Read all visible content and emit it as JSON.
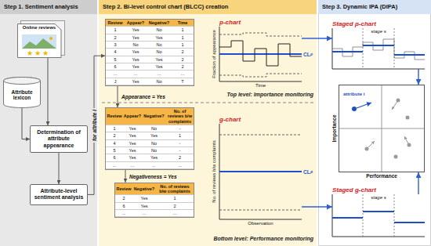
{
  "diagram": {
    "nodes": [
      {
        "text": [
          "Step 1. Sentiment analysis"
        ]
      },
      {
        "text": [
          "Online reviews"
        ],
        "in": 0
      },
      {
        "text": [
          "Attribute lexicon"
        ],
        "in": 0
      },
      {
        "text": [
          "Determination of attribute appearance"
        ],
        "in": 0
      },
      {
        "text": [
          "Attribute-level sentiment analysis"
        ],
        "in": 0
      },
      {
        "text": [
          "Step 2. Bi-level control chart (BLCC) creation"
        ]
      },
      {
        "text": [
          "Review",
          "Appear?",
          "Negative?",
          "Time",
          "1",
          "Yes",
          "No",
          "1",
          "2",
          "Yes",
          "Yes",
          "1",
          "3",
          "No",
          "No",
          "1",
          "4",
          "Yes",
          "No",
          "2",
          "5",
          "Yes",
          "Yes",
          "2",
          "6",
          "Yes",
          "Yes",
          "2",
          "...",
          "...",
          "...",
          "...",
          "J",
          "Yes",
          "No",
          "T"
        ],
        "in": 5
      },
      {
        "text": [
          "p-chart",
          "Fraction of appearance",
          "Time",
          "CLᵢᵖ"
        ],
        "in": 5
      },
      {
        "text": [
          "Review",
          "Appear?",
          "Negative?",
          "No. of reviews b/w complaints",
          "1",
          "Yes",
          "No",
          "-",
          "2",
          "Yes",
          "Yes",
          "1",
          "4",
          "Yes",
          "No",
          "-",
          "5",
          "Yes",
          "No",
          "-",
          "6",
          "Yes",
          "Yes",
          "2",
          "...",
          "...",
          "...",
          "..."
        ],
        "in": 5
      },
      {
        "text": [
          "Review",
          "Negative?",
          "No. of reviews b/w complaints",
          "2",
          "Yes",
          "1",
          "6",
          "Yes",
          "2",
          "...",
          "...",
          "..."
        ],
        "in": 5
      },
      {
        "text": [
          "g-chart",
          "No. of reviews b/w complaints",
          "Observation",
          "CLᵢᵍ"
        ],
        "in": 5
      },
      {
        "text": [
          "Step 3. Dynamic IPA (DIPA)"
        ]
      },
      {
        "text": [
          "Staged p-chart",
          "stage s"
        ],
        "in": 11
      },
      {
        "text": [
          "Importance",
          "Performance",
          "attribute i"
        ],
        "in": 11
      },
      {
        "text": [
          "Staged g-chart",
          "stage s"
        ],
        "in": 11
      }
    ],
    "edges": [
      {
        "from": 1,
        "to": 3,
        "arrow": "to"
      },
      {
        "from": 2,
        "to": 3,
        "arrow": "to"
      },
      {
        "from": 3,
        "to": 4,
        "arrow": "to"
      },
      {
        "from": 4,
        "to": 6,
        "label": "for attribute i",
        "arrow": "to"
      },
      {
        "from": 6,
        "to": 8,
        "label": "Appearance = Yes",
        "arrow": "to"
      },
      {
        "from": 8,
        "to": 9,
        "label": "Negativeness = Yes",
        "arrow": "to"
      },
      {
        "from": 7,
        "to": 12,
        "arrow": "to"
      },
      {
        "from": 10,
        "to": 14,
        "arrow": "to"
      },
      {
        "from": 12,
        "to": 13,
        "arrow": "to"
      },
      {
        "from": 14,
        "to": 13,
        "arrow": "to"
      }
    ],
    "labels": [
      "Top level: Importance monitoring",
      "Bottom level: Performance monitoring"
    ]
  }
}
